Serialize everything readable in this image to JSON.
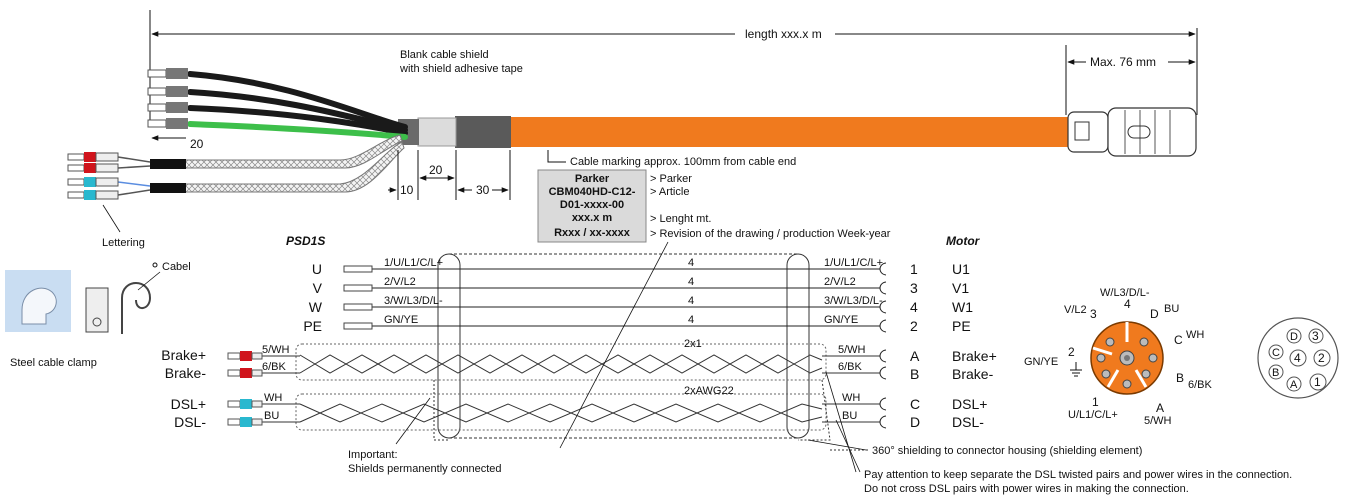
{
  "top": {
    "length_label": "length xxx.x m",
    "max_label": "Max. 76 mm",
    "shield_line1": "Blank cable shield",
    "shield_line2": "with shield adhesive tape",
    "dim_20a": "20",
    "dim_20b": "20",
    "dim_10": "10",
    "dim_30": "30",
    "marking_note": "Cable marking approx. 100mm from cable end",
    "lettering": "Lettering"
  },
  "label_box": {
    "lines": [
      "Parker",
      "CBM040HD-C12-",
      "D01-xxxx-00",
      "xxx.x m",
      "Rxxx / xx-xxxx"
    ],
    "notes": [
      "> Parker",
      "> Article",
      "> Lenght mt.",
      "> Revision of the drawing / production Week-year"
    ]
  },
  "clamp": {
    "title": "Steel cable clamp",
    "cabel": "Cabel"
  },
  "wiring": {
    "left_title": "PSD1S",
    "right_title": "Motor",
    "power": [
      {
        "left": "U",
        "code": "1/U/L1/C/L+",
        "cores": "4",
        "rcode": "1/U/L1/C/L+",
        "pin": "1",
        "right": "U1"
      },
      {
        "left": "V",
        "code": "2/V/L2",
        "cores": "4",
        "rcode": "2/V/L2",
        "pin": "3",
        "right": "V1"
      },
      {
        "left": "W",
        "code": "3/W/L3/D/L-",
        "cores": "4",
        "rcode": "3/W/L3/D/L-",
        "pin": "4",
        "right": "W1"
      },
      {
        "left": "PE",
        "code": "GN/YE",
        "cores": "4",
        "rcode": "GN/YE",
        "pin": "2",
        "right": "PE"
      }
    ],
    "brake_pair_label": "2x1",
    "brake": [
      {
        "left": "Brake+",
        "code": "5/WH",
        "rcode": "5/WH",
        "pin": "A",
        "right": "Brake+"
      },
      {
        "left": "Brake-",
        "code": "6/BK",
        "rcode": "6/BK",
        "pin": "B",
        "right": "Brake-"
      }
    ],
    "dsl_pair_label": "2xAWG22",
    "dsl": [
      {
        "left": "DSL+",
        "code": "WH",
        "rcode": "WH",
        "pin": "C",
        "right": "DSL+"
      },
      {
        "left": "DSL-",
        "code": "BU",
        "rcode": "BU",
        "pin": "D",
        "right": "DSL-"
      }
    ],
    "important_line1": "Important:",
    "important_line2": "Shields permanently connected",
    "shield_note": "360° shielding to connector housing (shielding element)",
    "attention_line1": "Pay attention to keep separate the DSL twisted pairs and power wires in the connection.",
    "attention_line2": "Do not cross DSL pairs with power wires in making the connection."
  },
  "connector": {
    "labels": {
      "w": "W/L3/D/L-",
      "w4": "4",
      "vl2": "V/L2",
      "v3": "3",
      "d": "D",
      "bu": "BU",
      "c": "C",
      "wh": "WH",
      "gnye": "GN/YE",
      "p2": "2",
      "b": "B",
      "bk": "6/BK",
      "p1": "1",
      "u": "U/L1/C/L+",
      "a": "A",
      "awh": "5/WH"
    },
    "face_pins": [
      "D",
      "3",
      "C",
      "4",
      "2",
      "B",
      "A",
      "1"
    ]
  },
  "colors": {
    "orange": "#f07a1e",
    "green": "#3dbf4a",
    "red": "#d0141c",
    "cyan": "#29b8cf",
    "blue": "#5a8de0",
    "clamp_bg": "#c9ddf2"
  }
}
